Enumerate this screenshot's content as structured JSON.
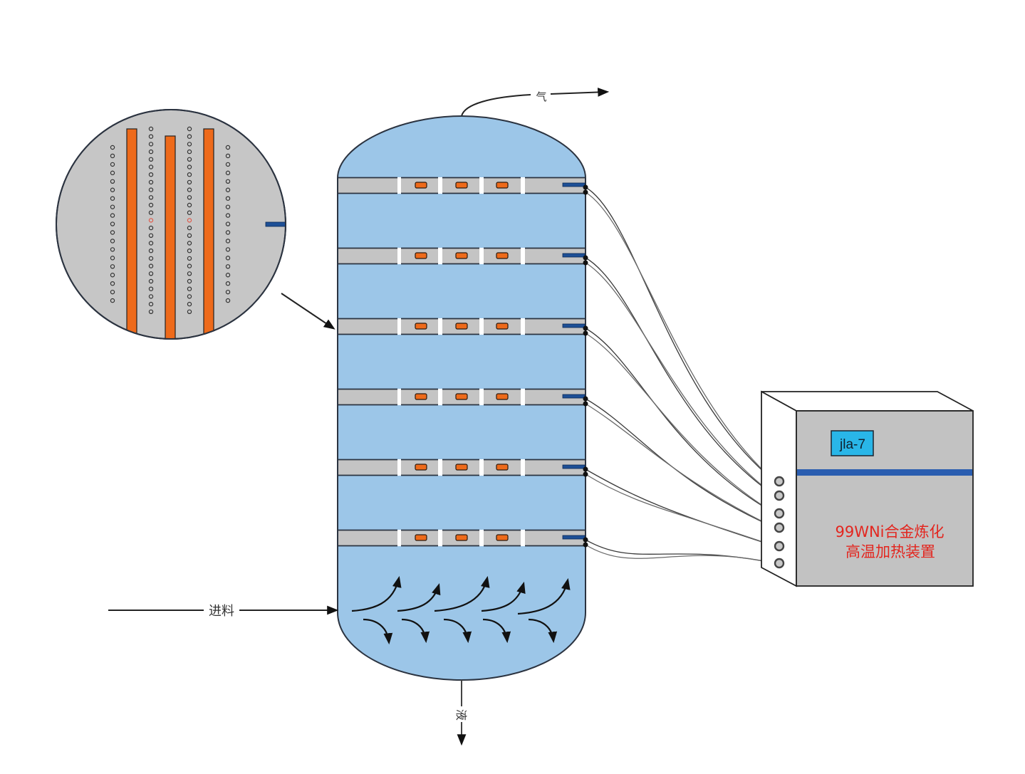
{
  "diagram": {
    "title": "",
    "colors": {
      "vessel_fill": "#9cc6e8",
      "outline": "#2b3340",
      "tray_fill": "#c4c4c4",
      "tray_gap": "#ffffff",
      "heating_element": "#ee6a1a",
      "sensor_bar": "#1d4f96",
      "heater_body": "#c2c2c2",
      "heater_side": "#ffffff",
      "heater_stripe": "#2a5db0",
      "display_fill": "#29b6e8",
      "label_red": "#e3261f",
      "wire": "#555555",
      "arrow": "#111111"
    },
    "labels": {
      "gas_outlet": "气",
      "liquid_outlet": "液",
      "feed_inlet": "进料"
    },
    "column": {
      "name": "Distillation column",
      "tray_count": 6,
      "heaters_per_tray": 3
    },
    "detail_view": {
      "name": "Tray top view (magnified)",
      "heater_rod_count": 3,
      "hole_columns": 4,
      "highlighted_holes": 2
    },
    "heater_unit": {
      "model": "jla-7",
      "label_line1": "99WNi合金炼化",
      "label_line2": "高温加热装置",
      "terminal_count": 6
    },
    "flow": {
      "upward_arrows": 5,
      "downward_arrows": 5
    }
  }
}
